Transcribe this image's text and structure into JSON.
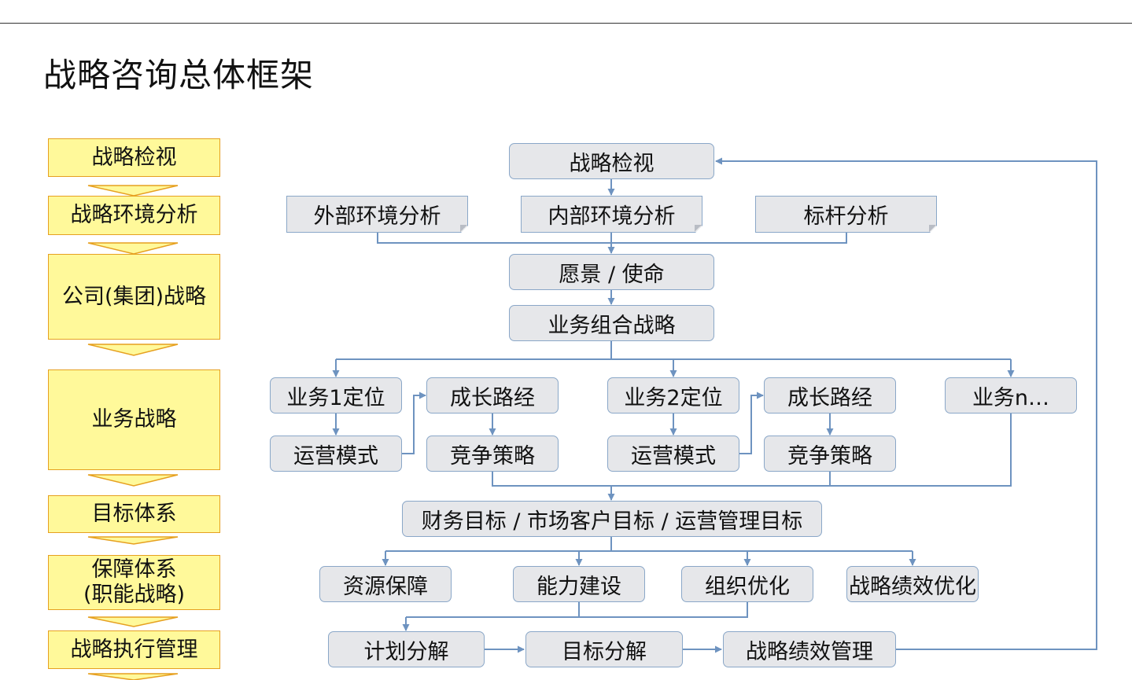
{
  "title": "战略咨询总体框架",
  "left_steps": [
    "战略检视",
    "战略环境分析",
    "公司(集团)战略",
    "业务战略",
    "目标体系",
    "保障体系\n(职能战略)",
    "战略执行管理"
  ],
  "nodes": {
    "review": "战略检视",
    "ext_env": "外部环境分析",
    "int_env": "内部环境分析",
    "benchmark": "标杆分析",
    "vision": "愿景 / 使命",
    "portfolio": "业务组合战略",
    "biz1_position": "业务1定位",
    "biz1_growth": "成长路经",
    "biz1_ops": "运营模式",
    "biz1_compete": "竞争策略",
    "biz2_position": "业务2定位",
    "biz2_growth": "成长路经",
    "biz2_ops": "运营模式",
    "biz2_compete": "竞争策略",
    "bizn": "业务n…",
    "targets": "财务目标 / 市场客户目标 / 运营管理目标",
    "resource": "资源保障",
    "capability": "能力建设",
    "org": "组织优化",
    "perf_opt": "战略绩效优化",
    "plan": "计划分解",
    "goal": "目标分解",
    "perf_mgmt": "战略绩效管理"
  },
  "colors": {
    "left_fill": "#fff99a",
    "left_border": "#e6a020",
    "node_fill": "#e6e7ea",
    "node_border": "#8aa7c8",
    "connector": "#6e93c0"
  }
}
